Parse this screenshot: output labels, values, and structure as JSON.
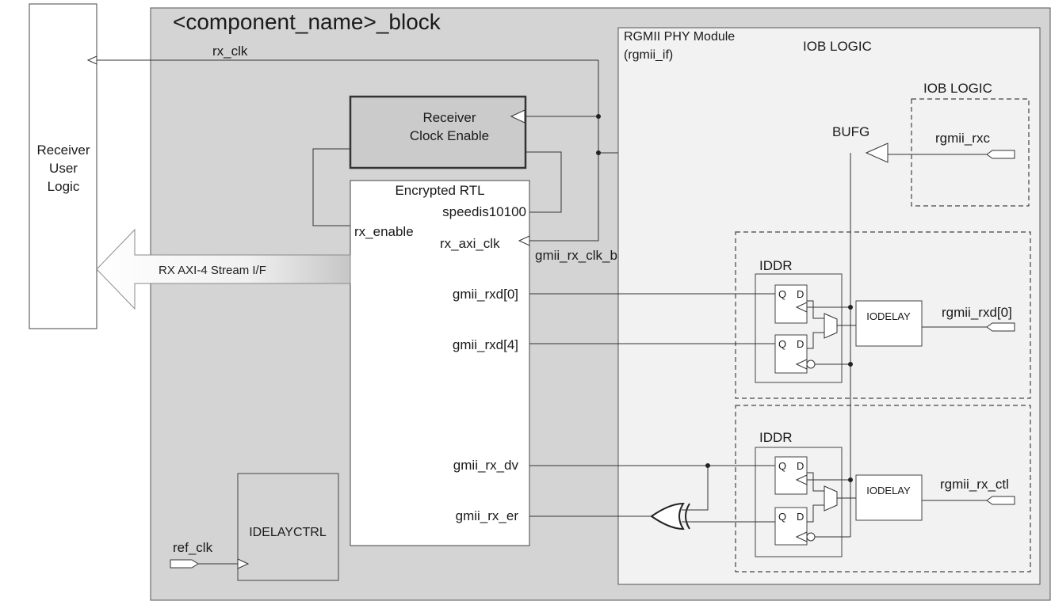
{
  "colors": {
    "block_fill": "#d4d4d4",
    "phy_fill": "#f2f2f2",
    "clock_enable_fill": "#cbcbcb",
    "idelayctrl_fill": "#d4d4d4"
  },
  "title": "<component_name>_block",
  "receiver_user_logic": {
    "lines": [
      "Receiver",
      "User",
      "Logic"
    ]
  },
  "rx_clk": "rx_clk",
  "receiver_clock_enable": {
    "lines": [
      "Receiver",
      "Clock Enable"
    ]
  },
  "encrypted_rtl": {
    "title": "Encrypted RTL",
    "speedis10100": "speedis10100",
    "rx_enable": "rx_enable",
    "rx_axi_clk": "rx_axi_clk",
    "gmii_rxd0": "gmii_rxd[0]",
    "gmii_rxd4": "gmii_rxd[4]",
    "gmii_rx_dv": "gmii_rx_dv",
    "gmii_rx_er": "gmii_rx_er"
  },
  "gmii_rx_clk_bufg": "gmii_rx_clk_bufg",
  "rx_stream": "RX AXI-4 Stream I/F",
  "idelayctrl": "IDELAYCTRL",
  "ref_clk": "ref_clk",
  "rgmii_phy": {
    "title": "RGMII PHY Module",
    "subtitle": "(rgmii_if)",
    "iob_logic": "IOB LOGIC"
  },
  "iob_clock": {
    "label": "IOB LOGIC",
    "port": "rgmii_rxc",
    "bufg": "BUFG"
  },
  "iddr_data": {
    "label": "IDDR",
    "iodelay": "IODELAY",
    "port": "rgmii_rxd[0]"
  },
  "iddr_ctl": {
    "label": "IDDR",
    "iodelay": "IODELAY",
    "port": "rgmii_rx_ctl"
  },
  "flip_flop": {
    "q": "Q",
    "d": "D"
  }
}
